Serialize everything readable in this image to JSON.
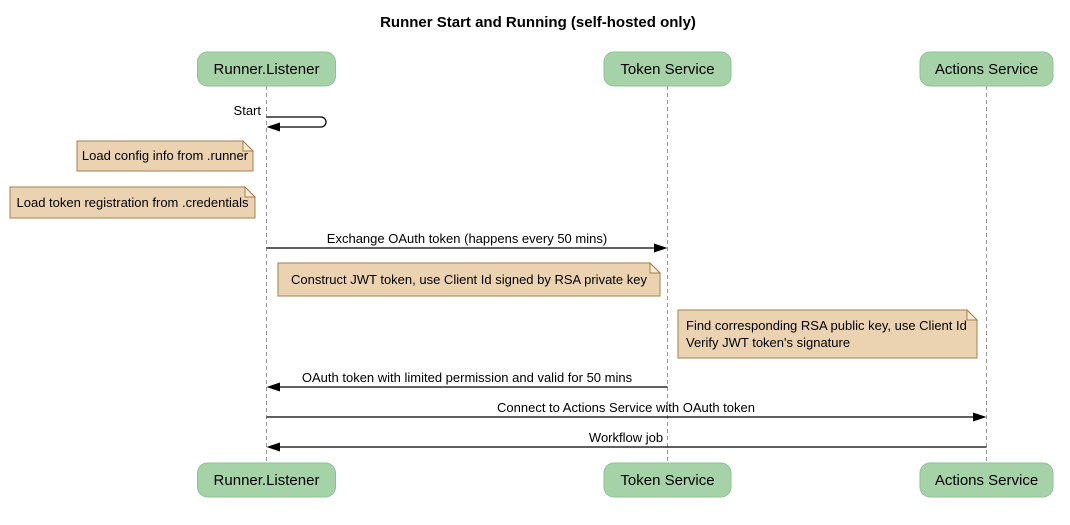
{
  "title": "Runner Start and Running (self-hosted only)",
  "participants": [
    {
      "id": "runner-listener",
      "label": "Runner.Listener"
    },
    {
      "id": "token-service",
      "label": "Token Service"
    },
    {
      "id": "actions-service",
      "label": "Actions Service"
    }
  ],
  "messages": [
    {
      "label": "Start",
      "from": "Runner.Listener",
      "to": "Runner.Listener",
      "type": "self"
    },
    {
      "label": "Exchange OAuth token (happens every 50 mins)",
      "from": "Runner.Listener",
      "to": "Token Service"
    },
    {
      "label": "OAuth token with limited permission and valid for 50 mins",
      "from": "Token Service",
      "to": "Runner.Listener"
    },
    {
      "label": "Connect to Actions Service with OAuth token",
      "from": "Runner.Listener",
      "to": "Actions Service"
    },
    {
      "label": "Workflow job",
      "from": "Actions Service",
      "to": "Runner.Listener"
    }
  ],
  "notes": [
    {
      "text": "Load config info from .runner",
      "position": "left of Runner.Listener"
    },
    {
      "text": "Load token registration from .credentials",
      "position": "left of Runner.Listener"
    },
    {
      "text": "Construct JWT token, use Client Id signed by RSA private key",
      "position": "left of Token Service"
    },
    {
      "lines": [
        "Find corresponding RSA public key, use Client Id",
        "Verify JWT token's signature"
      ],
      "position": "left of Actions Service"
    }
  ],
  "colors": {
    "participant_fill": "#a6d2a8",
    "participant_border": "#8fc193",
    "note_fill": "#ebd3b2",
    "note_border": "#a6804c",
    "lifeline": "#999999",
    "arrow": "#000000",
    "text": "#000000",
    "background": "#ffffff"
  }
}
